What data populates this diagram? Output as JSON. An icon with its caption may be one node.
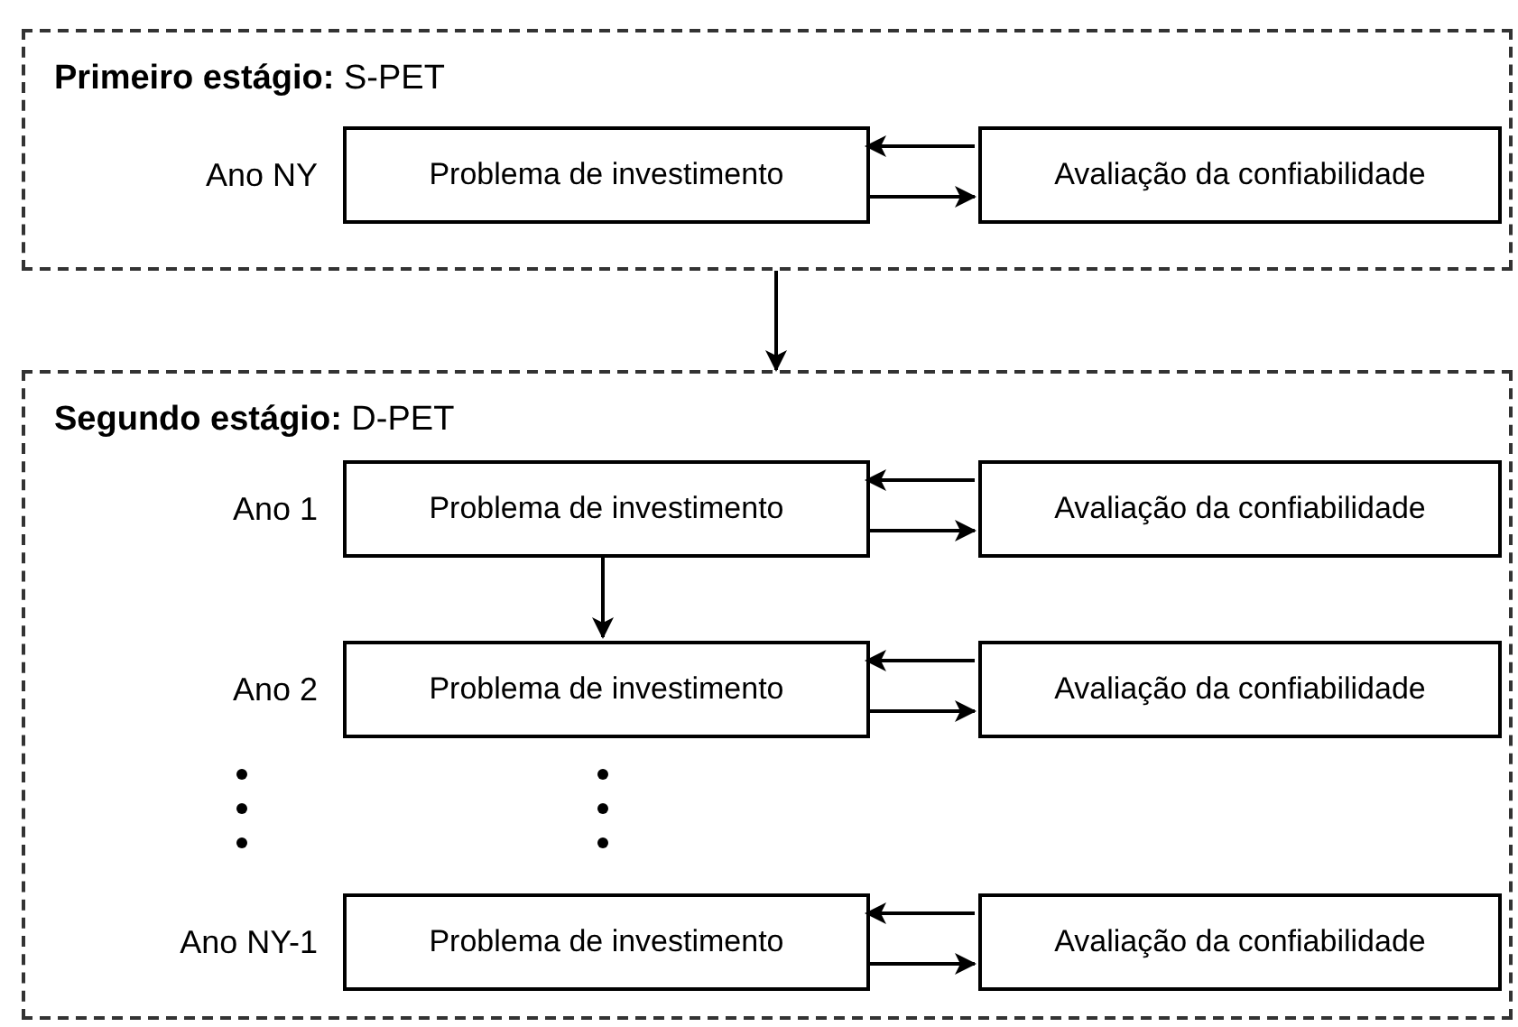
{
  "diagram": {
    "nodes": [
      {
        "text": [
          "**Primeiro estágio:** S-PET"
        ]
      },
      {
        "text": [
          "Problema de investimento"
        ],
        "in": 0,
        "beside": [
          "Ano NY"
        ]
      },
      {
        "text": [
          "Avaliação da confiabilidade"
        ],
        "in": 0
      },
      {
        "text": [
          "**Segundo estágio:** D-PET"
        ]
      },
      {
        "text": [
          "Problema de investimento"
        ],
        "in": 3,
        "beside": [
          "Ano 1"
        ]
      },
      {
        "text": [
          "Avaliação da confiabilidade"
        ],
        "in": 3
      },
      {
        "text": [
          "Problema de investimento"
        ],
        "in": 3,
        "beside": [
          "Ano 2"
        ]
      },
      {
        "text": [
          "Avaliação da confiabilidade"
        ],
        "in": 3
      },
      {
        "text": [
          "Problema de investimento"
        ],
        "in": 3,
        "beside": [
          "Ano NY-1"
        ]
      },
      {
        "text": [
          "Avaliação da confiabilidade"
        ],
        "in": 3
      }
    ],
    "edges": [
      {
        "from": 2,
        "to": 1,
        "arrow": "to"
      },
      {
        "from": 1,
        "to": 2,
        "arrow": "to"
      },
      {
        "from": 0,
        "to": 3,
        "arrow": "to"
      },
      {
        "from": 5,
        "to": 4,
        "arrow": "to"
      },
      {
        "from": 4,
        "to": 5,
        "arrow": "to"
      },
      {
        "from": 4,
        "to": 6,
        "arrow": "to"
      },
      {
        "from": 7,
        "to": 6,
        "arrow": "to"
      },
      {
        "from": 6,
        "to": 7,
        "arrow": "to"
      },
      {
        "from": 9,
        "to": 8,
        "arrow": "to"
      },
      {
        "from": 8,
        "to": 9,
        "arrow": "to"
      }
    ]
  }
}
